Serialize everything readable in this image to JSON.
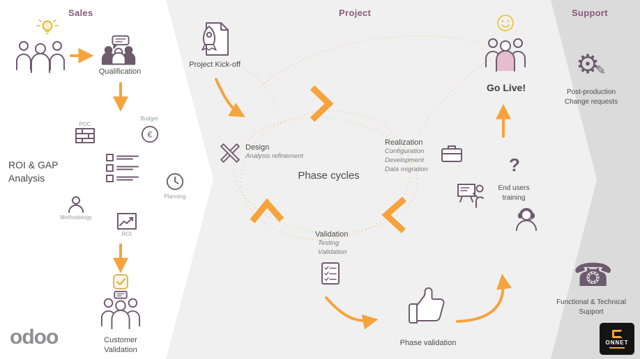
{
  "icons": {
    "euro": "€",
    "question_mark": "?",
    "gear": "⚙",
    "pencil": "✎",
    "phone": "☎"
  },
  "sections": {
    "sales": "Sales",
    "project": "Project",
    "support": "Support"
  },
  "sales": {
    "qualification": "Qualification",
    "roi_gap": [
      "ROI & GAP",
      "Analysis"
    ],
    "cluster": {
      "poc": "POC",
      "budget": "Budget",
      "planning": "Planning",
      "methodology": "Methodology",
      "roi": "ROI"
    },
    "customer_validation": [
      "Customer",
      "Validation"
    ],
    "odoo_logo": "odoo"
  },
  "project": {
    "kickoff": "Project Kick-off",
    "phase_cycles": "Phase cycles",
    "design": {
      "title": "Design",
      "subtitle": "Analysis refinement"
    },
    "realization": {
      "title": "Realization",
      "subtitles": [
        "Configuration",
        "Development",
        "Data migration"
      ]
    },
    "validation": {
      "title": "Validation",
      "subtitles": [
        "Testing",
        "Validation"
      ]
    },
    "phase_validation": "Phase validation",
    "end_users_training": [
      "End users",
      "training"
    ],
    "go_live": "Go Live!"
  },
  "support": {
    "post_production": [
      "Post-production",
      "Change requests"
    ],
    "functional": [
      "Functional & Technical",
      "Support"
    ],
    "onnet": "ONNET"
  },
  "colors": {
    "accent_orange": "#F5A33C",
    "brand_purple": "#875A7B",
    "icon_purple": "#6D5B6D",
    "dotted_tan": "#EAD0A4",
    "project_bg": "#F1F0F0",
    "support_bg": "#DCDBDB"
  }
}
